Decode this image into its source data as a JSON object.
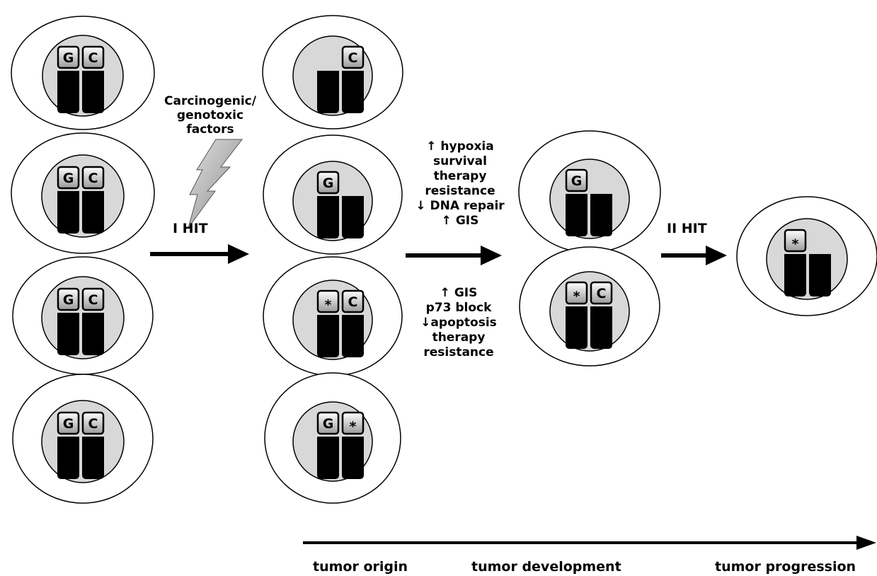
{
  "labels": {
    "carcinogenic": [
      "Carcinogenic/",
      "genotoxic",
      "factors"
    ],
    "first_hit": "I HIT",
    "second_hit": "II HIT",
    "upper_effects": [
      "↑ hypoxia",
      "survival",
      "therapy",
      "resistance",
      "↓ DNA repair",
      "↑ GIS"
    ],
    "lower_effects": [
      "↑ GIS",
      "p73 block",
      "↓apoptosis",
      "therapy",
      "resistance"
    ],
    "axis": {
      "origin": "tumor origin",
      "development": "tumor development",
      "progression": "tumor progression"
    }
  },
  "cells": [
    {
      "id": "normal-cell-1",
      "left": "G",
      "right": "C"
    },
    {
      "id": "normal-cell-2",
      "left": "G",
      "right": "C"
    },
    {
      "id": "normal-cell-3",
      "left": "G",
      "right": "C"
    },
    {
      "id": "normal-cell-4",
      "left": "G",
      "right": "C"
    },
    {
      "id": "hit-cell-1",
      "left": "",
      "right": "C"
    },
    {
      "id": "hit-cell-2",
      "left": "G",
      "right": ""
    },
    {
      "id": "hit-cell-3",
      "left": "*",
      "right": "C"
    },
    {
      "id": "hit-cell-4",
      "left": "G",
      "right": "*"
    },
    {
      "id": "dev-cell-1",
      "left": "G",
      "right": ""
    },
    {
      "id": "dev-cell-2",
      "left": "*",
      "right": "C"
    },
    {
      "id": "prog-cell-1",
      "left": "*",
      "right": ""
    }
  ],
  "colors": {
    "nucleus": "#d8d8d8",
    "chromosome": "#000000",
    "arrow": "#000000",
    "bolt": "#a8a8a8"
  }
}
